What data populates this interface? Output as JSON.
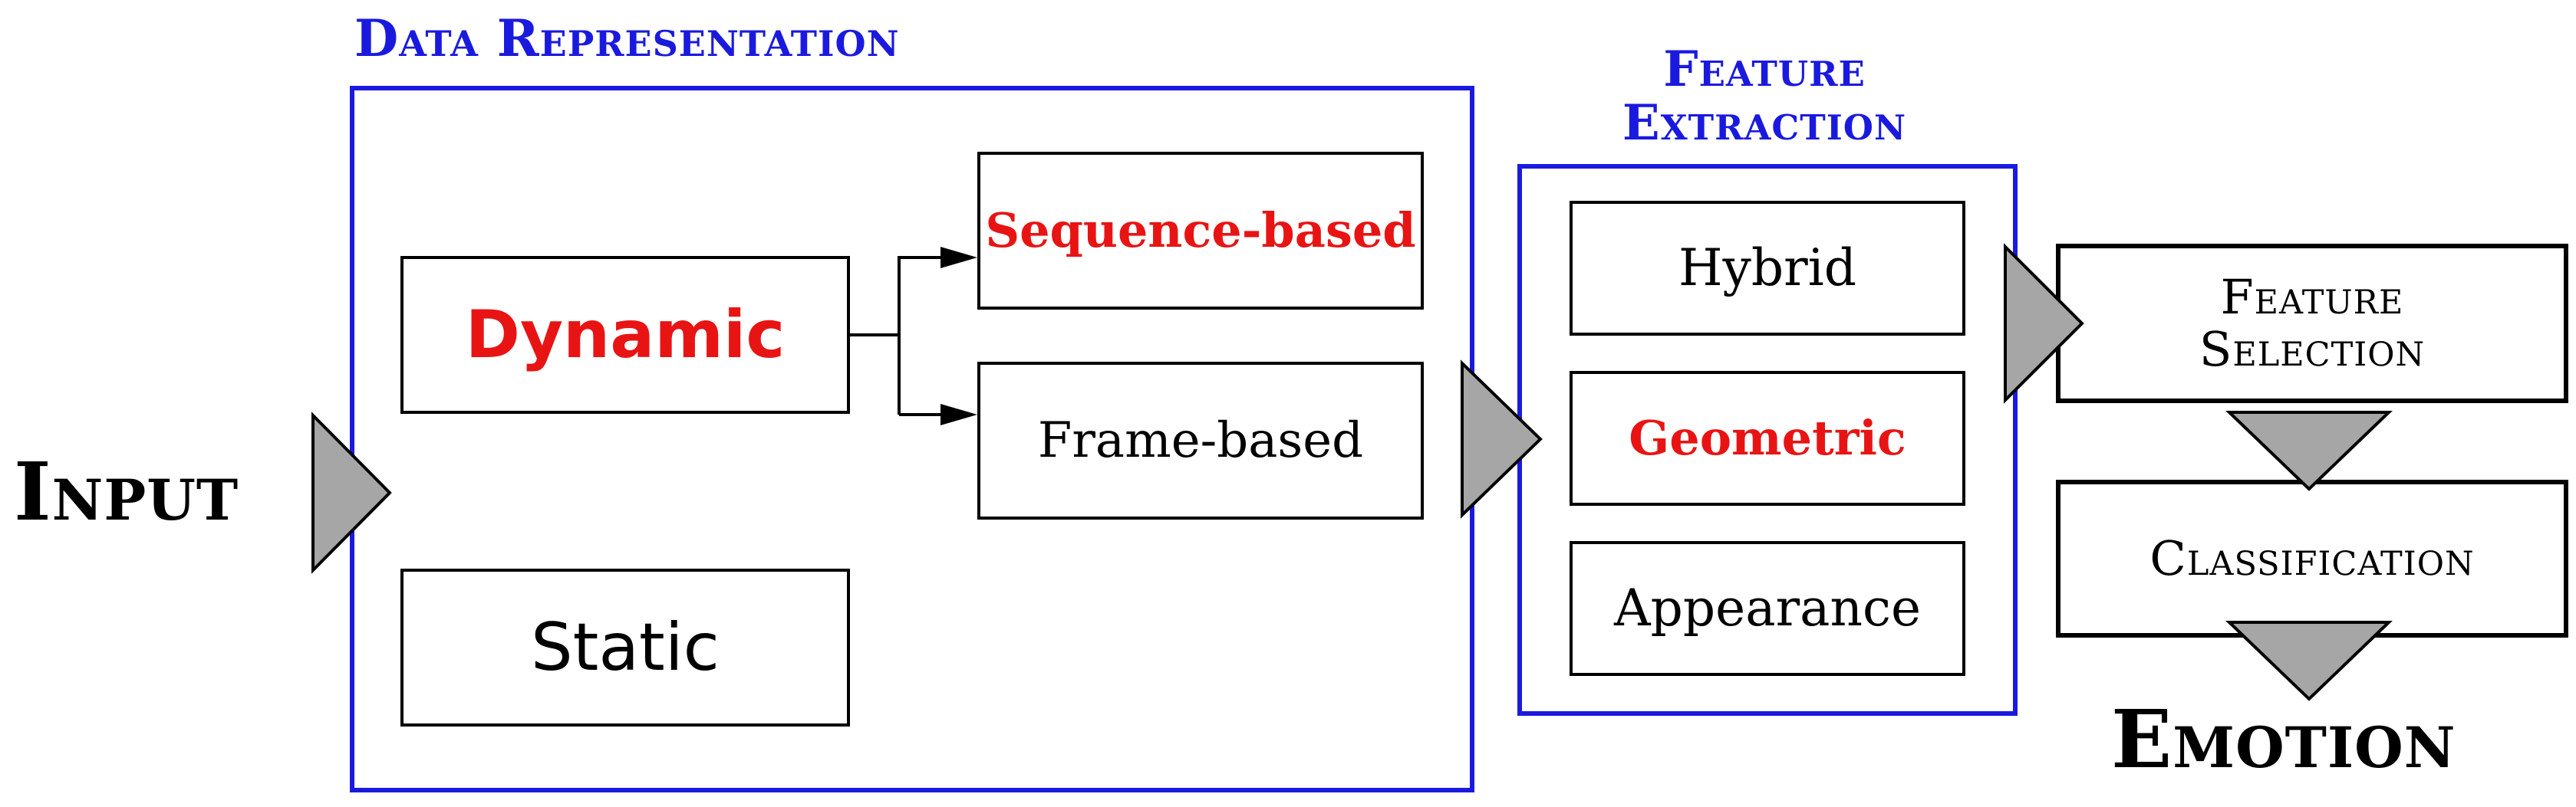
{
  "input_label": "Input",
  "output_label": "Emotion",
  "data_representation": {
    "title": "Data Representation",
    "dynamic": "Dynamic",
    "static": "Static",
    "sequence_based": "Sequence-based",
    "frame_based": "Frame-based"
  },
  "feature_extraction": {
    "title_line1": "Feature",
    "title_line2": "Extraction",
    "hybrid": "Hybrid",
    "geometric": "Geometric",
    "appearance": "Appearance"
  },
  "feature_selection": {
    "line1": "Feature",
    "line2": "Selection"
  },
  "classification": "Classification",
  "colors": {
    "frame_blue": "#1a1adf",
    "highlight_red": "#e81414",
    "arrow_gray": "#a6a6a6"
  }
}
